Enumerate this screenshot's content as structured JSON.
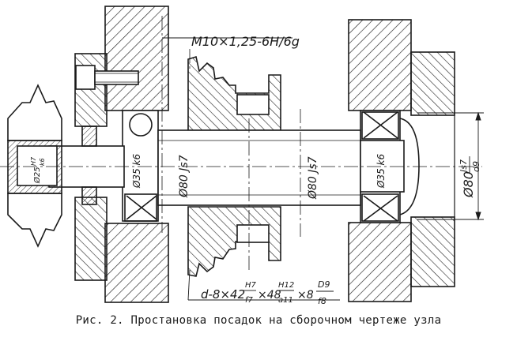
{
  "callouts": {
    "thread": "M10×1,25-6H/6g",
    "spline_prefix": "d-8×42",
    "spline_f1_num": "H7",
    "spline_f1_den": "f7",
    "spline_mid1": "×48",
    "spline_f2_num": "H12",
    "spline_f2_den": "a11",
    "spline_mid2": "×8",
    "spline_f3_num": "D9",
    "spline_f3_den": "f8"
  },
  "dims": {
    "sprocket_fit_num": "H7",
    "sprocket_fit_den": "k6",
    "sprocket_fit_prefix": "Ø25",
    "bearing_left": "Ø35 k6",
    "shaft_center_left": "Ø80 Js7",
    "shaft_center_right": "Ø80 Js7",
    "bearing_right": "Ø35 k6",
    "housing_prefix": "Ø80",
    "housing_num": "Js7",
    "housing_den": "d9"
  },
  "caption": "Рис. 2. Простановка посадок на сборочном чертеже узла"
}
